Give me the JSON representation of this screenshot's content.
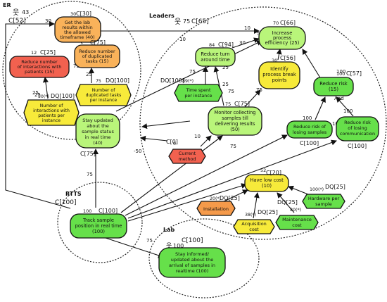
{
  "actors": {
    "er": {
      "name": "ER",
      "count": "43",
      "importance": "C[52]"
    },
    "leaders": {
      "name": "Leaders",
      "count": "75",
      "importance": "C[65]"
    },
    "rtts": {
      "name": "RTTS",
      "importance": "C[100]"
    },
    "lab": {
      "name": "Lab",
      "count": "100",
      "importance": "C[100]"
    }
  },
  "nodes": {
    "get_lab": {
      "lines": [
        "Get the lab",
        "results within",
        "the allowed",
        "timeframe (40)"
      ],
      "label": "C[30]",
      "score": "30",
      "color": "#f9b25a"
    },
    "reduce_dup": {
      "lines": [
        "Reduce number",
        "of duplicated",
        "tasks (15)"
      ],
      "label": "C[75]",
      "color": "#f9b25a"
    },
    "reduce_interactions": {
      "lines": [
        "Reduce number",
        "of interactions with",
        "patients (15)"
      ],
      "label": "C[25]",
      "score": "12",
      "color": "#f2614f"
    },
    "num_interactions": {
      "lines": [
        "Number of",
        "interactions with",
        "patients per",
        "instance"
      ],
      "label": "DQ[100]",
      "score": "50(*)",
      "color": "#f7ea3a"
    },
    "num_dup": {
      "lines": [
        "Number of",
        "duplicated tasks",
        "per instance"
      ],
      "label": "DQ[100]",
      "score": "75",
      "color": "#f7ea3a"
    },
    "increase_eff": {
      "lines": [
        "Increase",
        "process",
        "efficiency (25)"
      ],
      "label": "C[66]",
      "score": "70",
      "color": "#b9f57a"
    },
    "reduce_turn": {
      "lines": [
        "Reduce turn",
        "around time"
      ],
      "label": "C[94]",
      "score": "84",
      "color": "#b9f57a"
    },
    "time_spent": {
      "lines": [
        "Time spent",
        "per instance"
      ],
      "label": "DQ[100]",
      "score": "89(*)",
      "color": "#66e04a"
    },
    "identify_break": {
      "lines": [
        "Identify",
        "process break",
        "points"
      ],
      "label": "C[56]",
      "score": "30",
      "color": "#f7ea3a"
    },
    "reduce_risk": {
      "lines": [
        "Reduce risk",
        "(15)"
      ],
      "label": "C[57]",
      "score": "100",
      "color": "#66e04a"
    },
    "monitor": {
      "lines": [
        "Monitor collecting",
        "samples till",
        "delivering results",
        "(50)"
      ],
      "label": "C[75]",
      "score": "75",
      "color": "#b9f57a"
    },
    "risk_losing_samples": {
      "lines": [
        "Reduce risk of",
        "losing samples"
      ],
      "label": "C[100]",
      "score": "100",
      "color": "#66e04a"
    },
    "risk_losing_comm": {
      "lines": [
        "Reduce risk",
        "of losing",
        "communication"
      ],
      "label": "C[100]",
      "score": "100",
      "color": "#66e04a"
    },
    "stay_updated": {
      "lines": [
        "Stay updated",
        "about the",
        "sample status",
        "in real time",
        "(40)"
      ],
      "label": "C[75]",
      "color": "#b9f57a"
    },
    "current_method": {
      "lines": [
        "Current",
        "method"
      ],
      "label": "C[0]",
      "score": "0",
      "color": "#f2614f"
    },
    "have_low_cost": {
      "lines": [
        "Have low cost",
        "(10)"
      ],
      "label": "C[20]",
      "score": "52",
      "color": "#f7ea3a"
    },
    "installation": {
      "lines": [
        "Installation"
      ],
      "label": "DQ[25]",
      "score": "20(*)",
      "color": "#f59a4a"
    },
    "acquisition": {
      "lines": [
        "Acquisition",
        "cost"
      ],
      "label": "DQ[25]",
      "score": "38(*)",
      "color": "#f7ea3a"
    },
    "maintenance": {
      "lines": [
        "Maintenance",
        "cost"
      ],
      "label": "DQ[25]",
      "score": "80(*)",
      "color": "#66e04a"
    },
    "hardware": {
      "lines": [
        "Hardware per",
        "sample"
      ],
      "label": "DQ[25]",
      "score": "100(*)",
      "color": "#66e04a"
    },
    "track_sample": {
      "lines": [
        "Track sample",
        "position in real time",
        "(100)"
      ],
      "label": "C[100]",
      "score": "100",
      "color": "#66e04a"
    },
    "stay_informed": {
      "lines": [
        "Stay informed/",
        "updated about the",
        "arrival of samples in",
        "realtime (100)"
      ],
      "label": "C[100]",
      "score": "100",
      "color": "#66e04a"
    }
  },
  "edge_labels": {
    "e1": "30",
    "e2": "10",
    "e3": "30",
    "e4": "25",
    "e5": "75",
    "e6": "10",
    "e7": "75",
    "e8": "25",
    "e9": "75",
    "e10": "-50",
    "e11": "10",
    "e12": "75",
    "e13": "100",
    "e14": "100",
    "e15": "And",
    "e16": "75",
    "e17": "75",
    "e18": "75",
    "e19": "25",
    "e20": "25",
    "e21": "25",
    "e22": "25",
    "e23": "75",
    "e24": "100",
    "e25": "100",
    "e26": "10",
    "e27": "50"
  },
  "colors": {
    "red": "#f2614f",
    "orange": "#f9b25a",
    "yellow": "#f7ea3a",
    "light_green": "#b9f57a",
    "green": "#66e04a"
  }
}
